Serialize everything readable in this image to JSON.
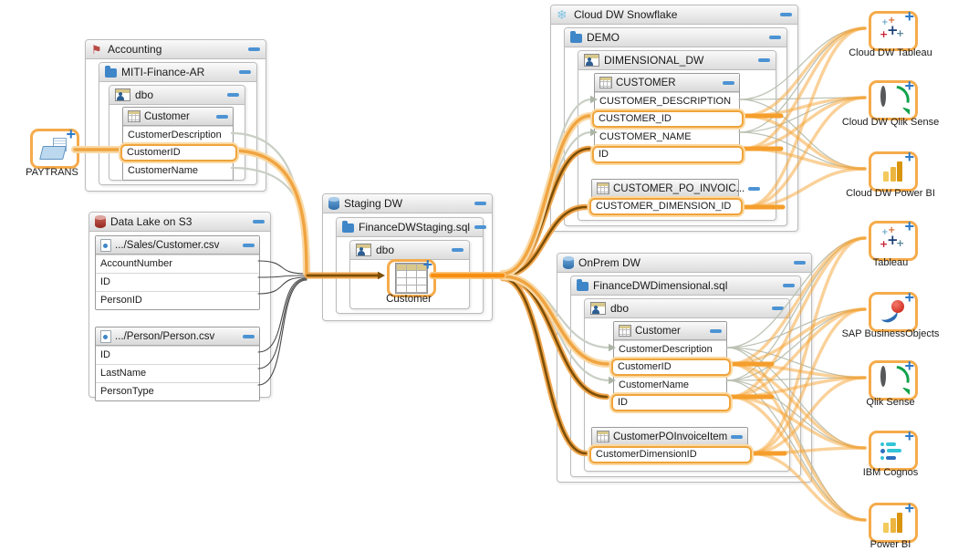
{
  "paytrans": {
    "label": "PAYTRANS"
  },
  "accounting": {
    "title": "Accounting",
    "connection": "MITI-Finance-AR",
    "schema": "dbo",
    "table": {
      "title": "Customer",
      "rows": [
        "CustomerDescription",
        "CustomerID",
        "CustomerName"
      ],
      "highlighted": [
        "CustomerID"
      ]
    }
  },
  "datalake": {
    "title": "Data Lake on S3",
    "files": [
      {
        "title": ".../Sales/Customer.csv",
        "rows": [
          "AccountNumber",
          "ID",
          "PersonID"
        ]
      },
      {
        "title": ".../Person/Person.csv",
        "rows": [
          "ID",
          "LastName",
          "PersonType"
        ]
      }
    ]
  },
  "staging": {
    "title": "Staging DW",
    "connection": "FinanceDWStaging.sql",
    "schema": "dbo",
    "table_label": "Customer"
  },
  "cloud": {
    "title": "Cloud DW Snowflake",
    "db": "DEMO",
    "schema": "DIMENSIONAL_DW",
    "customer": {
      "title": "CUSTOMER",
      "rows": [
        "CUSTOMER_DESCRIPTION",
        "CUSTOMER_ID",
        "CUSTOMER_NAME",
        "ID"
      ],
      "highlighted": [
        "CUSTOMER_ID",
        "ID"
      ]
    },
    "po": {
      "title": "CUSTOMER_PO_INVOIC...",
      "rows": [
        "CUSTOMER_DIMENSION_ID"
      ],
      "highlighted": [
        "CUSTOMER_DIMENSION_ID"
      ]
    }
  },
  "onprem": {
    "title": "OnPrem DW",
    "connection": "FinanceDWDimensional.sql",
    "schema": "dbo",
    "customer": {
      "title": "Customer",
      "rows": [
        "CustomerDescription",
        "CustomerID",
        "CustomerName",
        "ID"
      ],
      "highlighted": [
        "CustomerID",
        "ID"
      ]
    },
    "po": {
      "title": "CustomerPOInvoiceItem",
      "rows": [
        "CustomerDimensionID"
      ],
      "highlighted": [
        "CustomerDimensionID"
      ]
    }
  },
  "bi": [
    {
      "label": "Cloud DW Tableau",
      "icon": "tableau-icon"
    },
    {
      "label": "Cloud DW Qlik Sense",
      "icon": "qlik-sense-icon"
    },
    {
      "label": "Cloud DW Power BI",
      "icon": "power-bi-icon"
    },
    {
      "label": "Tableau",
      "icon": "tableau-icon"
    },
    {
      "label": "SAP BusinessObjects",
      "icon": "sap-businessobjects-icon"
    },
    {
      "label": "Qlik Sense",
      "icon": "qlik-sense-icon"
    },
    {
      "label": "IBM Cognos",
      "icon": "ibm-cognos-icon"
    },
    {
      "label": "Power BI",
      "icon": "power-bi-icon"
    }
  ],
  "colors": {
    "highlight_border": "#f0a43c",
    "highlight_glow": "#fbd9a2",
    "lineage_orange": "#f0a440",
    "lineage_trunk": "#f78e11",
    "lineage_dark": "#7c4e06",
    "lineage_gray": "#c9cfc5",
    "collapse_blue": "#4c93d4"
  },
  "edges": {
    "black": [
      [
        283,
        286,
        335,
        300
      ],
      [
        283,
        304,
        335,
        302
      ],
      [
        283,
        322,
        335,
        304
      ],
      [
        283,
        386,
        336,
        305
      ],
      [
        283,
        404,
        336,
        306
      ],
      [
        283,
        422,
        336,
        307
      ]
    ],
    "grayAcc": [
      [
        254,
        146,
        333,
        297
      ],
      [
        254,
        184,
        339,
        301
      ]
    ],
    "lightDrop": [
      [
        254,
        165,
        336,
        299
      ]
    ],
    "darkTrunk": [
      [
        337,
        302,
        415,
        302
      ]
    ],
    "trunk": [
      [
        474,
        302,
        551,
        302
      ]
    ],
    "grayFan": [
      [
        551,
        300,
        648,
        109
      ],
      [
        551,
        301,
        648,
        145
      ],
      [
        551,
        303,
        668,
        381
      ],
      [
        551,
        304,
        668,
        417
      ]
    ],
    "lightFan": [
      [
        82,
        164,
        131,
        164
      ],
      [
        551,
        300,
        647,
        127
      ],
      [
        551,
        303,
        666,
        399
      ]
    ],
    "darkFan": [
      [
        551,
        301,
        646,
        163
      ],
      [
        551,
        302,
        642,
        227
      ],
      [
        551,
        304,
        665,
        435
      ],
      [
        551,
        305,
        642,
        497
      ]
    ],
    "stub": [
      [
        814,
        127,
        856,
        127
      ],
      [
        814,
        163,
        856,
        163
      ],
      [
        817,
        227,
        858,
        227
      ],
      [
        800,
        399,
        846,
        399
      ],
      [
        800,
        435,
        846,
        435
      ],
      [
        822,
        497,
        860,
        497
      ]
    ],
    "fanOrange": [
      [
        814,
        127,
        948,
        31
      ],
      [
        814,
        127,
        948,
        107
      ],
      [
        814,
        127,
        948,
        185
      ],
      [
        814,
        163,
        948,
        31
      ],
      [
        814,
        163,
        948,
        107
      ],
      [
        814,
        163,
        948,
        185
      ],
      [
        817,
        227,
        948,
        31
      ],
      [
        817,
        227,
        948,
        107
      ],
      [
        817,
        227,
        948,
        185
      ],
      [
        800,
        399,
        948,
        261
      ],
      [
        800,
        399,
        948,
        339
      ],
      [
        800,
        399,
        948,
        414
      ],
      [
        800,
        399,
        948,
        491
      ],
      [
        800,
        399,
        948,
        570
      ],
      [
        800,
        435,
        948,
        261
      ],
      [
        800,
        435,
        948,
        339
      ],
      [
        800,
        435,
        948,
        414
      ],
      [
        800,
        435,
        948,
        491
      ],
      [
        800,
        435,
        948,
        570
      ],
      [
        822,
        497,
        948,
        261
      ],
      [
        822,
        497,
        948,
        339
      ],
      [
        822,
        497,
        948,
        414
      ],
      [
        822,
        497,
        948,
        491
      ],
      [
        822,
        497,
        948,
        570
      ]
    ],
    "fanGray": [
      [
        810,
        109,
        948,
        31
      ],
      [
        810,
        109,
        948,
        107
      ],
      [
        810,
        109,
        948,
        185
      ],
      [
        810,
        145,
        948,
        31
      ],
      [
        810,
        145,
        948,
        107
      ],
      [
        810,
        145,
        948,
        185
      ],
      [
        797,
        381,
        948,
        261
      ],
      [
        797,
        381,
        948,
        339
      ],
      [
        797,
        381,
        948,
        414
      ],
      [
        797,
        381,
        948,
        491
      ],
      [
        797,
        381,
        948,
        570
      ],
      [
        797,
        417,
        948,
        261
      ],
      [
        797,
        417,
        948,
        339
      ],
      [
        797,
        417,
        948,
        414
      ],
      [
        797,
        417,
        948,
        491
      ],
      [
        797,
        417,
        948,
        570
      ]
    ]
  }
}
